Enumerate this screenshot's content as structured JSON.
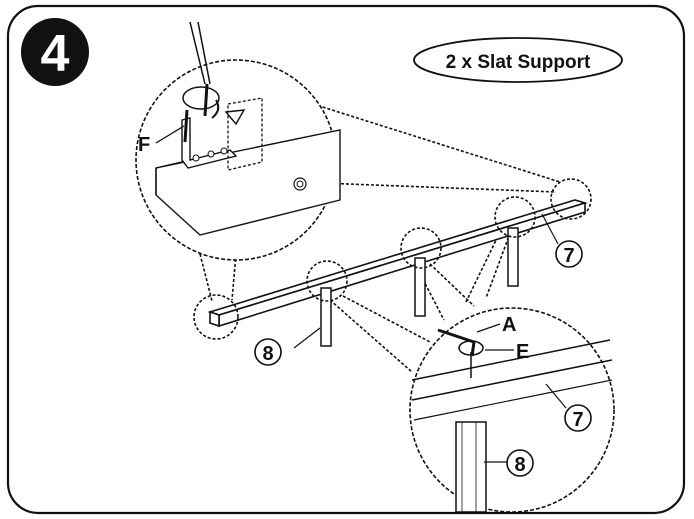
{
  "step": {
    "number": "4"
  },
  "title": {
    "text": "2 x Slat Support"
  },
  "labels": {
    "part_7_main": "7",
    "part_8_main": "8",
    "fastener_F": "F",
    "tool_A": "A",
    "fastener_E": "E",
    "part_7_detail": "7",
    "part_8_detail": "8"
  },
  "icons": [
    "screwdriver-icon",
    "hex-key-icon",
    "screw-icon",
    "bracket-icon",
    "rotation-arrow-icon"
  ]
}
